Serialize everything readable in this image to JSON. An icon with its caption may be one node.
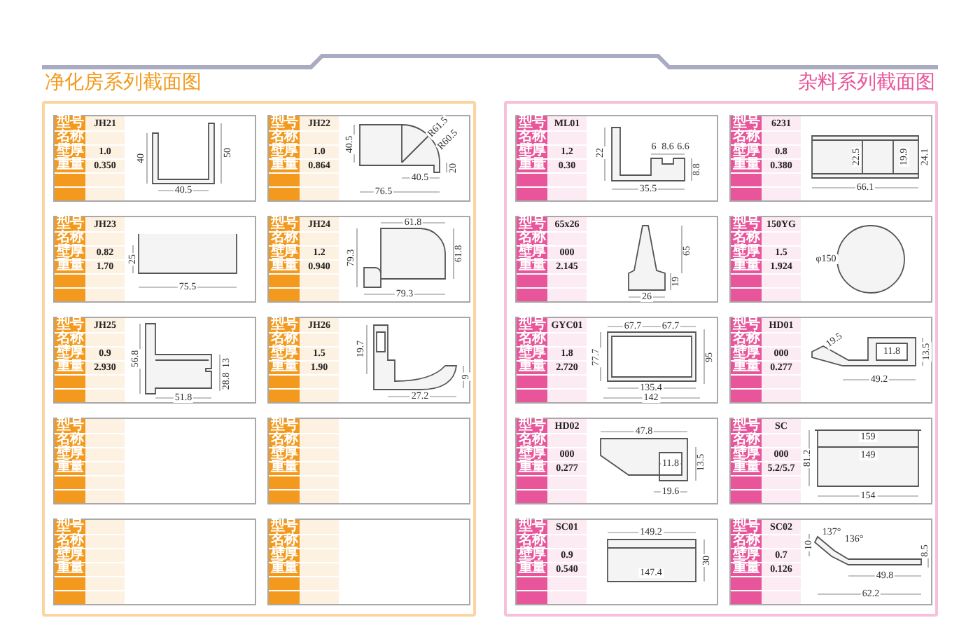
{
  "diagram": {
    "nodes": [
      {
        "text": [
          "净化房系列截面图"
        ]
      },
      {
        "text": [],
        "shape": "box",
        "in": 0
      },
      {
        "text": [
          "型号",
          "名称",
          "壁厚",
          "重量"
        ],
        "in": 1
      },
      {
        "text": [
          "JH21",
          "1.0",
          "0.350"
        ],
        "in": 1
      },
      {
        "text": [
          "40",
          "50",
          "40.5"
        ],
        "in": 1
      },
      {
        "text": [],
        "shape": "box",
        "in": 0
      },
      {
        "text": [
          "型号",
          "名称",
          "壁厚",
          "重量"
        ],
        "in": 5
      },
      {
        "text": [
          "JH22",
          "1.0",
          "0.864"
        ],
        "in": 5
      },
      {
        "text": [
          "40.5",
          "R61.5",
          "R60.5",
          "40.5",
          "20",
          "76.5"
        ],
        "in": 5
      },
      {
        "text": [],
        "shape": "box",
        "in": 0
      },
      {
        "text": [
          "型号",
          "名称",
          "壁厚",
          "重量"
        ],
        "in": 9
      },
      {
        "text": [
          "JH23",
          "0.82",
          "1.70"
        ],
        "in": 9
      },
      {
        "text": [
          "25",
          "75.5"
        ],
        "in": 9
      },
      {
        "text": [],
        "shape": "box",
        "in": 0
      },
      {
        "text": [
          "型号",
          "名称",
          "壁厚",
          "重量"
        ],
        "in": 13
      },
      {
        "text": [
          "JH24",
          "1.2",
          "0.940"
        ],
        "in": 13
      },
      {
        "text": [
          "61.8",
          "61.8",
          "79.3",
          "79.3"
        ],
        "in": 13
      },
      {
        "text": [],
        "shape": "box",
        "in": 0
      },
      {
        "text": [
          "型号",
          "名称",
          "壁厚",
          "重量"
        ],
        "in": 17
      },
      {
        "text": [
          "JH25",
          "0.9",
          "2.930"
        ],
        "in": 17
      },
      {
        "text": [
          "56.8",
          "13",
          "28.8",
          "51.8"
        ],
        "in": 17
      },
      {
        "text": [],
        "shape": "box",
        "in": 0
      },
      {
        "text": [
          "型号",
          "名称",
          "壁厚",
          "重量"
        ],
        "in": 21
      },
      {
        "text": [
          "JH26",
          "1.5",
          "1.90"
        ],
        "in": 21
      },
      {
        "text": [
          "19.7",
          "9",
          "27.2"
        ],
        "in": 21
      },
      {
        "text": [],
        "shape": "box",
        "in": 0
      },
      {
        "text": [
          "型号",
          "名称",
          "壁厚",
          "重量"
        ],
        "in": 25
      },
      {
        "text": [],
        "shape": "box",
        "in": 25
      },
      {
        "text": [],
        "shape": "box",
        "in": 0
      },
      {
        "text": [
          "型号",
          "名称",
          "壁厚",
          "重量"
        ],
        "in": 28
      },
      {
        "text": [],
        "shape": "box",
        "in": 28
      },
      {
        "text": [],
        "shape": "box",
        "in": 0
      },
      {
        "text": [
          "型号",
          "名称",
          "壁厚",
          "重量"
        ],
        "in": 31
      },
      {
        "text": [],
        "shape": "box",
        "in": 31
      },
      {
        "text": [],
        "shape": "box",
        "in": 0
      },
      {
        "text": [
          "型号",
          "名称",
          "壁厚",
          "重量"
        ],
        "in": 34
      },
      {
        "text": [],
        "shape": "box",
        "in": 34
      },
      {
        "text": [
          "杂料系列截面图"
        ]
      },
      {
        "text": [],
        "shape": "box",
        "in": 37
      },
      {
        "text": [
          "型号",
          "名称",
          "壁厚",
          "重量"
        ],
        "in": 38
      },
      {
        "text": [
          "ML01",
          "1.2",
          "0.30"
        ],
        "in": 38
      },
      {
        "text": [
          "22",
          "6",
          "8.6",
          "6.6",
          "8.8",
          "35.5"
        ],
        "in": 38
      },
      {
        "text": [],
        "shape": "box",
        "in": 37
      },
      {
        "text": [
          "型号",
          "名称",
          "壁厚",
          "重量"
        ],
        "in": 42
      },
      {
        "text": [
          "6231",
          "0.8",
          "0.380"
        ],
        "in": 42
      },
      {
        "text": [
          "22.5",
          "19.9",
          "24.1",
          "66.1"
        ],
        "in": 42
      },
      {
        "text": [],
        "shape": "box",
        "in": 37
      },
      {
        "text": [
          "型号",
          "名称",
          "壁厚",
          "重量"
        ],
        "in": 46
      },
      {
        "text": [
          "65x26",
          "000",
          "2.145"
        ],
        "in": 46
      },
      {
        "text": [
          "65",
          "19",
          "26"
        ],
        "in": 46
      },
      {
        "text": [],
        "shape": "box",
        "in": 37
      },
      {
        "text": [
          "型号",
          "名称",
          "壁厚",
          "重量"
        ],
        "in": 50
      },
      {
        "text": [
          "150YG",
          "1.5",
          "1.924"
        ],
        "in": 50
      },
      {
        "text": [
          "φ150"
        ],
        "in": 50
      },
      {
        "text": [],
        "shape": "box",
        "in": 37
      },
      {
        "text": [
          "型号",
          "名称",
          "壁厚",
          "重量"
        ],
        "in": 54
      },
      {
        "text": [
          "GYC01",
          "1.8",
          "2.720"
        ],
        "in": 54
      },
      {
        "text": [
          "67.7",
          "67.7",
          "77.7",
          "95",
          "135.4",
          "142"
        ],
        "in": 54
      },
      {
        "text": [],
        "shape": "box",
        "in": 37
      },
      {
        "text": [
          "型号",
          "名称",
          "壁厚",
          "重量"
        ],
        "in": 58
      },
      {
        "text": [
          "HD01",
          "000",
          "0.277"
        ],
        "in": 58
      },
      {
        "text": [
          "19.5",
          "11.8",
          "13.5",
          "49.2"
        ],
        "in": 58
      },
      {
        "text": [],
        "shape": "box",
        "in": 37
      },
      {
        "text": [
          "型号",
          "名称",
          "壁厚",
          "重量"
        ],
        "in": 62
      },
      {
        "text": [
          "HD02",
          "000",
          "0.277"
        ],
        "in": 62
      },
      {
        "text": [
          "47.8",
          "11.8",
          "13.5",
          "19.6"
        ],
        "in": 62
      },
      {
        "text": [],
        "shape": "box",
        "in": 37
      },
      {
        "text": [
          "型号",
          "名称",
          "壁厚",
          "重量"
        ],
        "in": 66
      },
      {
        "text": [
          "SC",
          "000",
          "5.2/5.7"
        ],
        "in": 66
      },
      {
        "text": [
          "159",
          "149",
          "81.2",
          "154"
        ],
        "in": 66
      },
      {
        "text": [],
        "shape": "box",
        "in": 37
      },
      {
        "text": [
          "型号",
          "名称",
          "壁厚",
          "重量"
        ],
        "in": 70
      },
      {
        "text": [
          "SC01",
          "0.9",
          "0.540"
        ],
        "in": 70
      },
      {
        "text": [
          "149.2",
          "147.4",
          "30"
        ],
        "in": 70
      },
      {
        "text": [],
        "shape": "box",
        "in": 37
      },
      {
        "text": [
          "型号",
          "名称",
          "壁厚",
          "重量"
        ],
        "in": 74
      },
      {
        "text": [
          "SC02",
          "0.7",
          "0.126"
        ],
        "in": 74
      },
      {
        "text": [
          "137°",
          "136°",
          "10",
          "8.5",
          "49.8",
          "62.2"
        ],
        "in": 74
      }
    ]
  }
}
